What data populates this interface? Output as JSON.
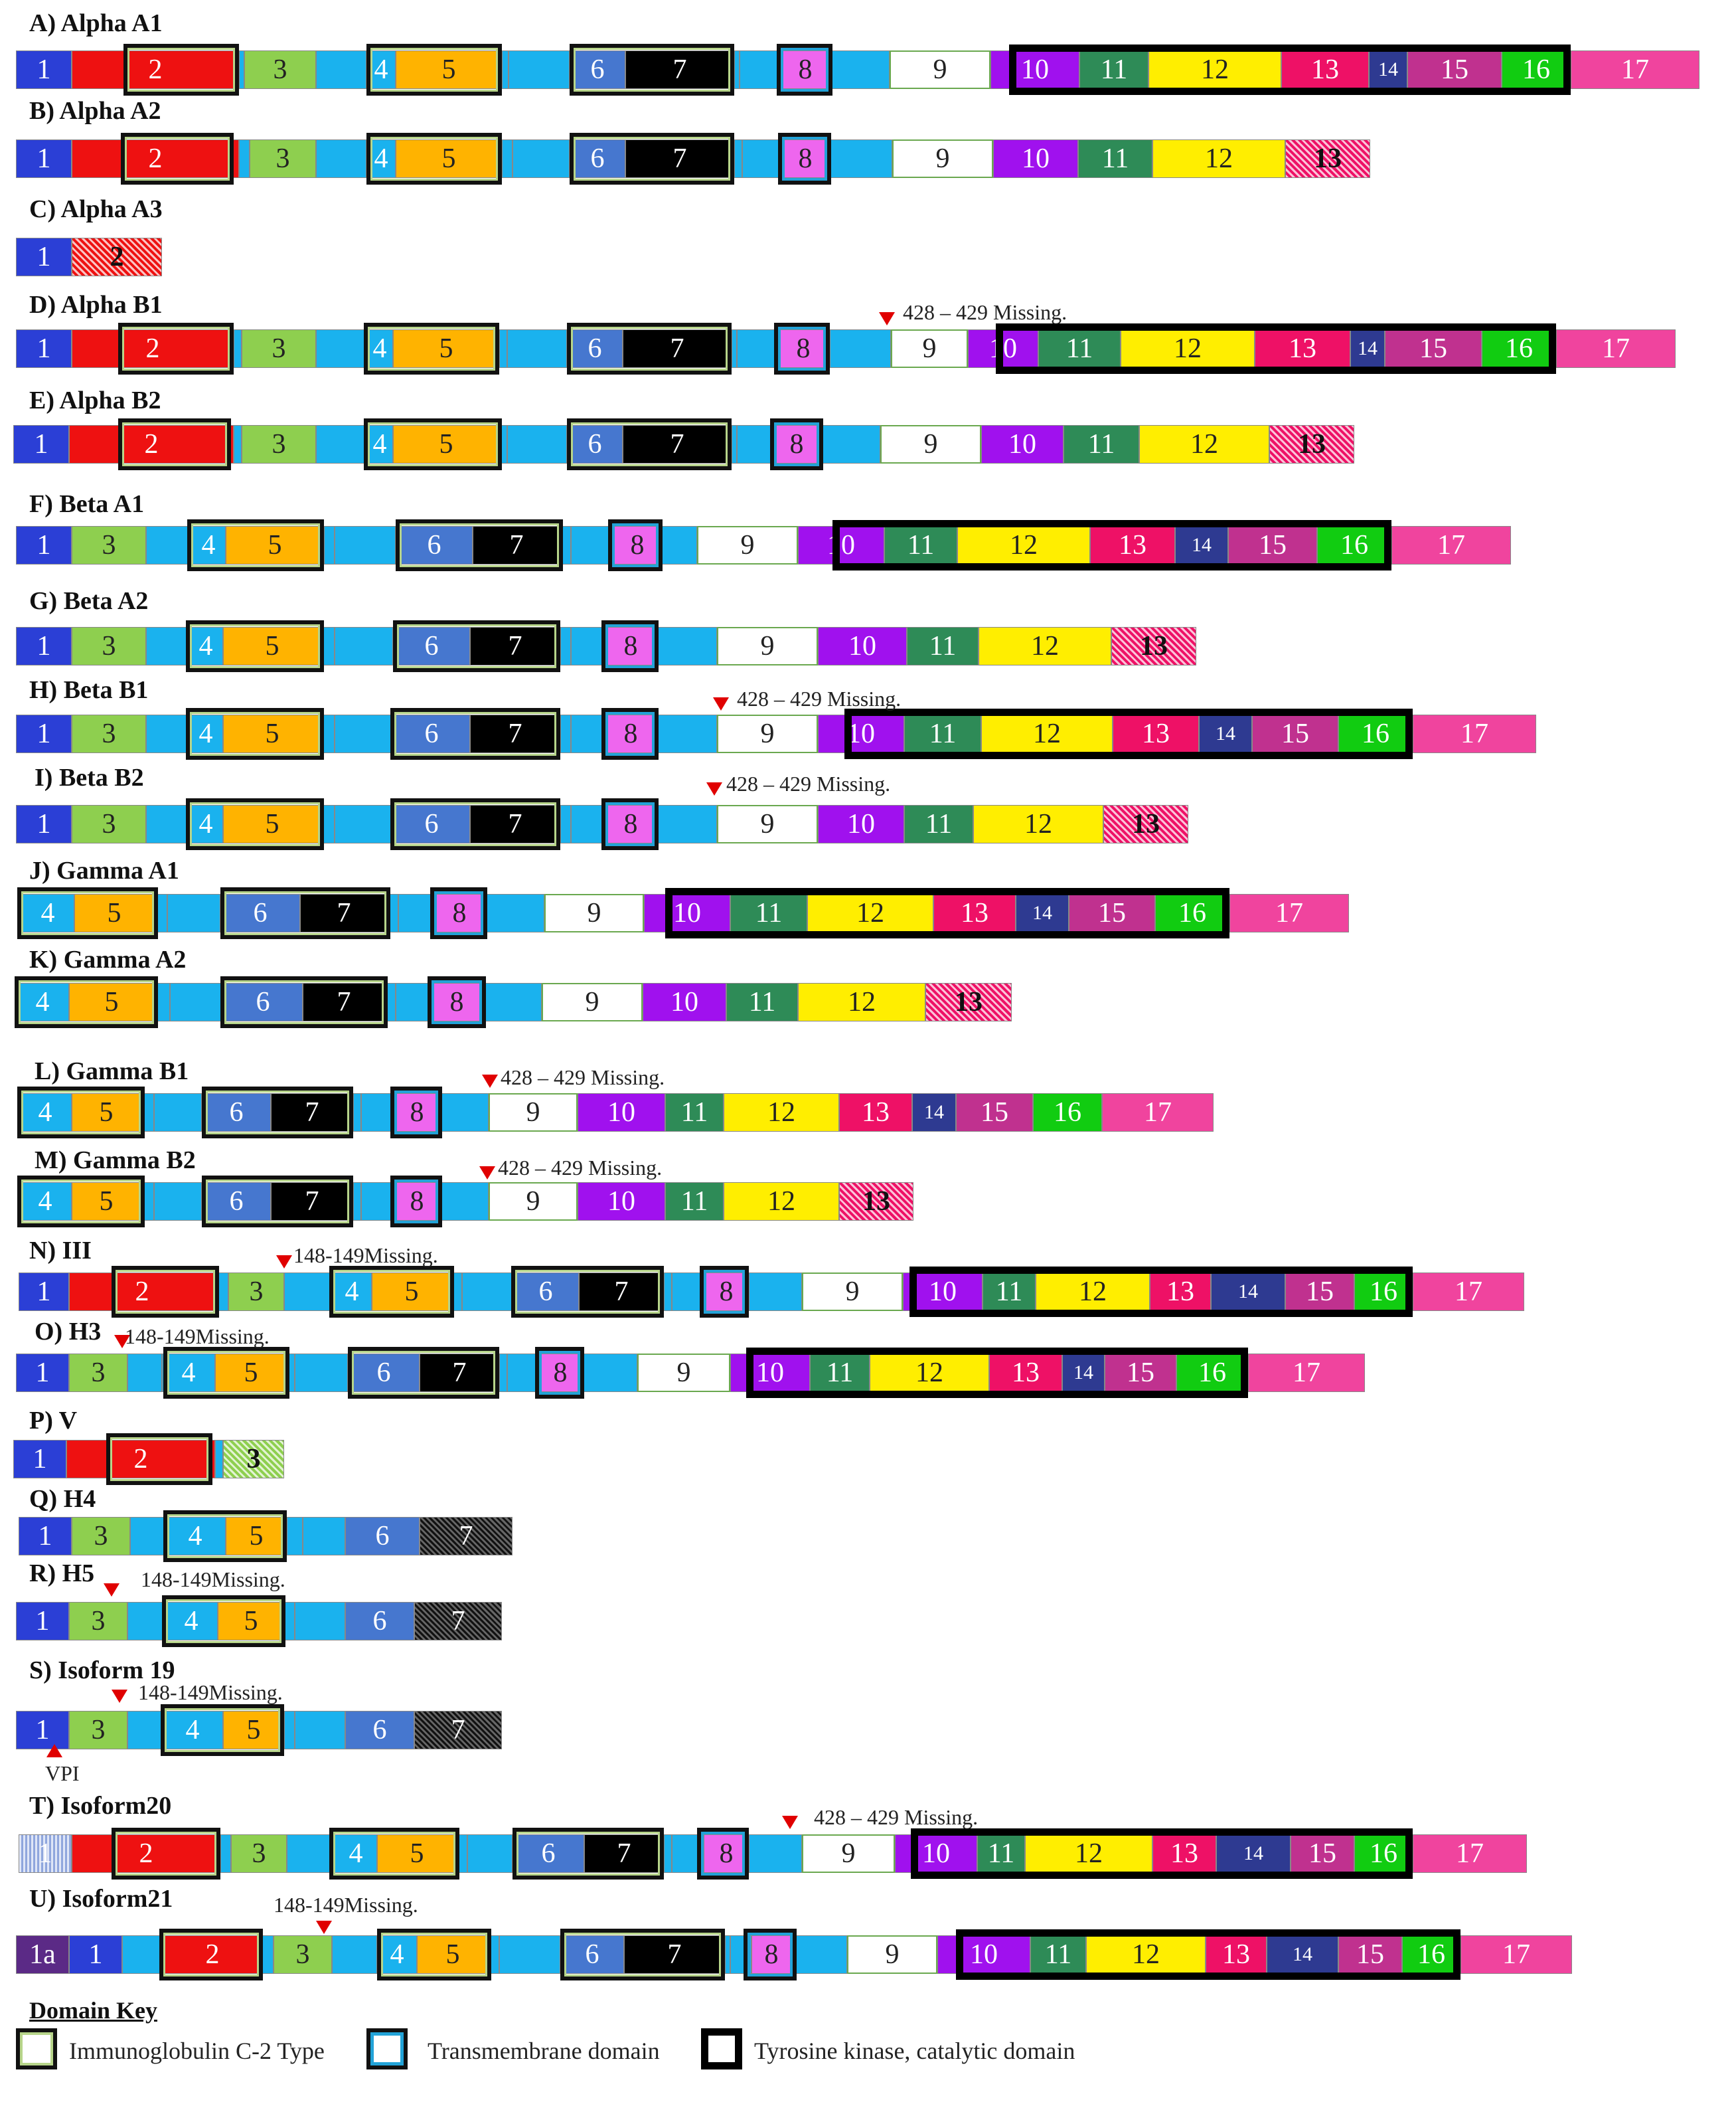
{
  "colors": {
    "e1": "#2b3fd6",
    "e1a": "#5b2a86",
    "e2": "#ee1111",
    "e3": "#8ecf4f",
    "link": "#1ab2ee",
    "e4": "#1ab2ee",
    "e5": "#ffb300",
    "e6": "#4677cf",
    "e7": "#000000",
    "e8": "#ee66ee",
    "e9": "#ffffff",
    "e10": "#a011ee",
    "e11": "#2e8b57",
    "e12": "#ffee00",
    "e13": "#ee1166",
    "e14": "#2e3a91",
    "e15": "#c0318f",
    "e16": "#11cc11",
    "e17": "#f0449e"
  },
  "isoforms": [
    {
      "label": "A) Alpha A1",
      "exons": [
        "1",
        "2",
        "3",
        "4",
        "5",
        "6",
        "7",
        "8",
        "9",
        "10",
        "11",
        "12",
        "13",
        "14",
        "15",
        "16",
        "17"
      ]
    },
    {
      "label": "B) Alpha A2",
      "exons": [
        "1",
        "2",
        "3",
        "4",
        "5",
        "6",
        "7",
        "8",
        "9",
        "10",
        "11",
        "12",
        "13"
      ]
    },
    {
      "label": "C) Alpha A3",
      "exons": [
        "1",
        "2"
      ]
    },
    {
      "label": "D) Alpha B1",
      "annotation": "428 – 429 Missing.",
      "exons": [
        "1",
        "2",
        "3",
        "4",
        "5",
        "6",
        "7",
        "8",
        "9",
        "10",
        "11",
        "12",
        "13",
        "14",
        "15",
        "16",
        "17"
      ]
    },
    {
      "label": "E) Alpha B2",
      "exons": [
        "1",
        "2",
        "3",
        "4",
        "5",
        "6",
        "7",
        "8",
        "9",
        "10",
        "11",
        "12",
        "13"
      ]
    },
    {
      "label": "F) Beta A1",
      "exons": [
        "1",
        "3",
        "4",
        "5",
        "6",
        "7",
        "8",
        "9",
        "10",
        "11",
        "12",
        "13",
        "14",
        "15",
        "16",
        "17"
      ]
    },
    {
      "label": "G) Beta A2",
      "exons": [
        "1",
        "3",
        "4",
        "5",
        "6",
        "7",
        "8",
        "9",
        "10",
        "11",
        "12",
        "13"
      ]
    },
    {
      "label": "H) Beta B1",
      "annotation": "428 – 429 Missing.",
      "exons": [
        "1",
        "3",
        "4",
        "5",
        "6",
        "7",
        "8",
        "9",
        "10",
        "11",
        "12",
        "13",
        "14",
        "15",
        "16",
        "17"
      ]
    },
    {
      "label": "I) Beta B2",
      "annotation": "428 – 429 Missing.",
      "exons": [
        "1",
        "3",
        "4",
        "5",
        "6",
        "7",
        "8",
        "9",
        "10",
        "11",
        "12",
        "13"
      ]
    },
    {
      "label": "J) Gamma A1",
      "exons": [
        "4",
        "5",
        "6",
        "7",
        "8",
        "9",
        "10",
        "11",
        "12",
        "13",
        "14",
        "15",
        "16",
        "17"
      ]
    },
    {
      "label": "K) Gamma A2",
      "exons": [
        "4",
        "5",
        "6",
        "7",
        "8",
        "9",
        "10",
        "11",
        "12",
        "13"
      ]
    },
    {
      "label": "L) Gamma B1",
      "annotation": "428 – 429 Missing.",
      "exons": [
        "4",
        "5",
        "6",
        "7",
        "8",
        "9",
        "10",
        "11",
        "12",
        "13",
        "14",
        "15",
        "16",
        "17"
      ]
    },
    {
      "label": "M) Gamma B2",
      "annotation": "428 – 429 Missing.",
      "exons": [
        "4",
        "5",
        "6",
        "7",
        "8",
        "9",
        "10",
        "11",
        "12",
        "13"
      ]
    },
    {
      "label": "N) III",
      "annotation": "148-149Missing.",
      "exons": [
        "1",
        "2",
        "3",
        "4",
        "5",
        "6",
        "7",
        "8",
        "9",
        "10",
        "11",
        "12",
        "13",
        "14",
        "15",
        "16",
        "17"
      ]
    },
    {
      "label": "O) H3",
      "annotation": "148-149Missing.",
      "exons": [
        "1",
        "3",
        "4",
        "5",
        "6",
        "7",
        "8",
        "9",
        "10",
        "11",
        "12",
        "13",
        "14",
        "15",
        "16",
        "17"
      ]
    },
    {
      "label": "P) V",
      "exons": [
        "1",
        "2",
        "3"
      ]
    },
    {
      "label": "Q) H4",
      "exons": [
        "1",
        "3",
        "4",
        "5",
        "6",
        "7"
      ]
    },
    {
      "label": "R) H5",
      "annotation": "148-149Missing.",
      "exons": [
        "1",
        "3",
        "4",
        "5",
        "6",
        "7"
      ]
    },
    {
      "label": "S) Isoform 19",
      "annotation": "148-149Missing.",
      "annotation2": "VPI",
      "exons": [
        "1",
        "3",
        "4",
        "5",
        "6",
        "7"
      ]
    },
    {
      "label": "T) Isoform20",
      "annotation": "428 – 429 Missing.",
      "exons": [
        "1",
        "2",
        "3",
        "4",
        "5",
        "6",
        "7",
        "8",
        "9",
        "10",
        "11",
        "12",
        "13",
        "14",
        "15",
        "16",
        "17"
      ]
    },
    {
      "label": "U) Isoform21",
      "annotation": "148-149Missing.",
      "exons": [
        "1a",
        "1",
        "2",
        "3",
        "4",
        "5",
        "6",
        "7",
        "8",
        "9",
        "10",
        "11",
        "12",
        "13",
        "14",
        "15",
        "16",
        "17"
      ]
    }
  ],
  "key": {
    "title": "Domain Key",
    "items": [
      {
        "name": "Immunoglobulin C-2 Type",
        "style": "ig"
      },
      {
        "name": "Transmembrane domain",
        "style": "tm"
      },
      {
        "name": "Tyrosine kinase, catalytic domain",
        "style": "tk"
      }
    ]
  }
}
